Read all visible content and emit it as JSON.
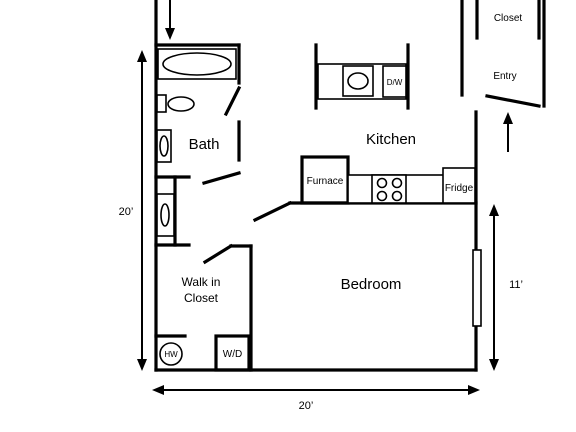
{
  "rooms": {
    "closet_top": "Closet",
    "entry": "Entry",
    "kitchen": "Kitchen",
    "bath": "Bath",
    "walk_in_line1": "Walk in",
    "walk_in_line2": "Closet",
    "bedroom": "Bedroom"
  },
  "fixtures": {
    "dishwasher": "D/W",
    "furnace": "Furnace",
    "fridge": "Fridge",
    "water_heater": "HW",
    "washer_dryer": "W/D"
  },
  "dimensions": {
    "left": "20’",
    "bottom": "20’",
    "right": "11’"
  }
}
